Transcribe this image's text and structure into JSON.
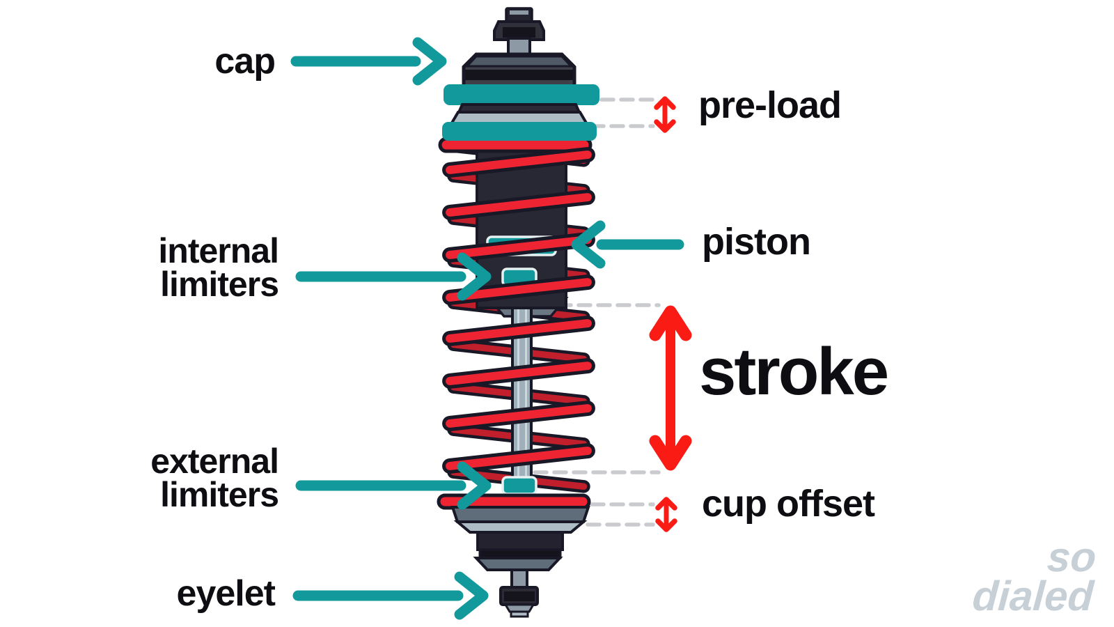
{
  "labels": {
    "cap": "cap",
    "pre_load": "pre-load",
    "internal_limiters": {
      "line1": "internal",
      "line2": "limiters"
    },
    "piston": "piston",
    "stroke": "stroke",
    "external_limiters": {
      "line1": "external",
      "line2": "limiters"
    },
    "cup_offset": "cup offset",
    "eyelet": "eyelet"
  },
  "watermark": {
    "line1": "so",
    "line2": "dialed"
  },
  "colors": {
    "teal": "#12999b",
    "coil_red": "#ee2433",
    "coil_red_back": "#c21f2c",
    "arrow_red": "#fb1b15",
    "outline": "#191826",
    "body_dark": "#282734",
    "part_dark": "#23222e",
    "part_darker": "#15141d",
    "metal_gray": "#5f6c79",
    "metal_light": "#aebcc6",
    "stem_gray": "#8d9aa6",
    "shaft_gray": "#9fb0ba",
    "dash_gray": "#c9cbce",
    "label_black": "#0e0e12",
    "watermark_gray": "#c7d0d7",
    "background": "#ffffff"
  }
}
